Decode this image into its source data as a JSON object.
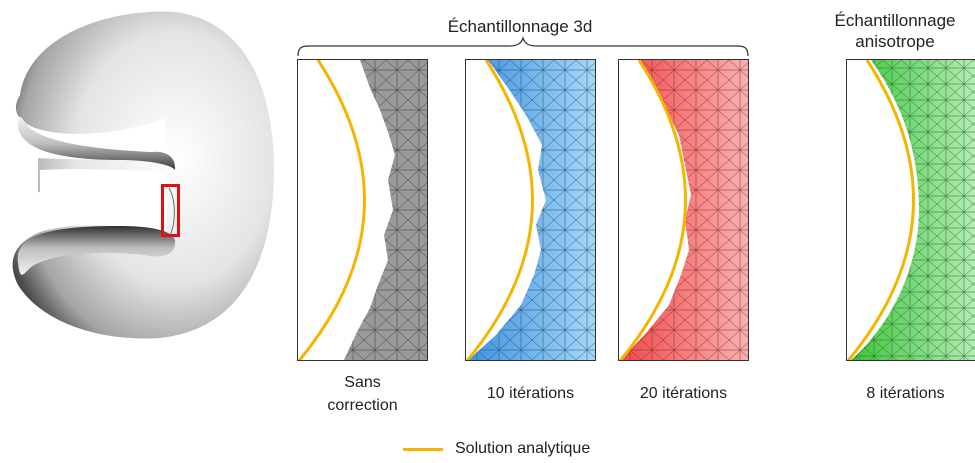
{
  "group_title": "Échantillonnage 3d",
  "right_title_line1": "Échantillonnage",
  "right_title_line2": "anisotrope",
  "panels": [
    {
      "label_line1": "Sans",
      "label_line2": "correction",
      "mesh_color": "#8a8a8a"
    },
    {
      "label_line1": "10 itérations",
      "label_line2": "",
      "mesh_color": "#5aa9ef"
    },
    {
      "label_line1": "20 itérations",
      "label_line2": "",
      "mesh_color": "#f06a6a"
    },
    {
      "label_line1": "8 itérations",
      "label_line2": "",
      "mesh_color": "#6fd36f"
    }
  ],
  "legend": {
    "label": "Solution analytique",
    "color": "#f5b400"
  },
  "highlight_color": "#e01010"
}
